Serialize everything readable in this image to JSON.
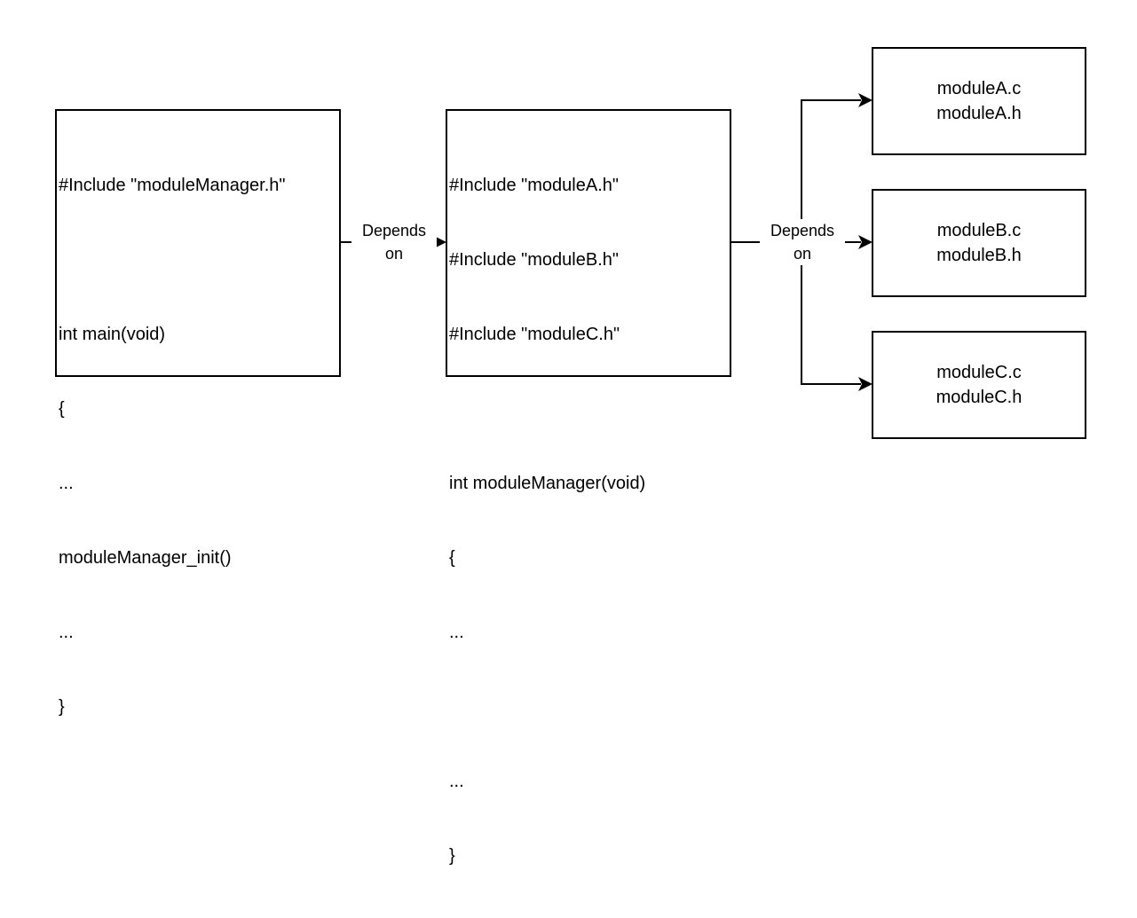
{
  "main_file": {
    "lines": [
      "#Include \"moduleManager.h\"",
      "",
      "int main(void)",
      "{",
      "...",
      "moduleManager_init()",
      "...",
      "}"
    ]
  },
  "module_manager": {
    "lines": [
      "#Include \"moduleA.h\"",
      "#Include \"moduleB.h\"",
      "#Include \"moduleC.h\"",
      "",
      "int moduleManager(void)",
      "{",
      "...",
      "",
      "...",
      "}"
    ]
  },
  "modules": [
    {
      "line1": "moduleA.c",
      "line2": "moduleA.h"
    },
    {
      "line1": "moduleB.c",
      "line2": "moduleB.h"
    },
    {
      "line1": "moduleC.c",
      "line2": "moduleC.h"
    }
  ],
  "edges": {
    "main_to_manager": {
      "line1": "Depends",
      "line2": "on"
    },
    "manager_to_modules": {
      "line1": "Depends",
      "line2": "on"
    }
  }
}
